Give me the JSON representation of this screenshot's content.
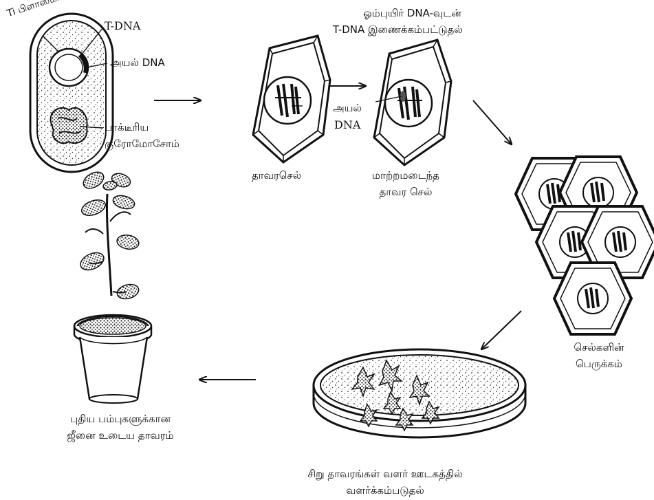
{
  "labels": {
    "ti_plasmid": "Ti பிளாஸ்மிட்",
    "t_dna": "T-DNA",
    "foreign_dna_top": "அயல் DNA",
    "bacterial_chromosome_l1": "பாக்டீரிய",
    "bacterial_chromosome_l2": "குரோமோசோம்",
    "plant_cell": "தாவரசெல்",
    "integration_l1": "ஓம்புயிர் DNA-வுடன்",
    "integration_l2": "T-DNA இணைக்கம்பட்டுதல்",
    "foreign_dna_mid_l1": "அயல்",
    "foreign_dna_mid_l2": "DNA",
    "transformed_cell_l1": "மாற்றமடைந்த",
    "transformed_cell_l2": "தாவர செல்",
    "cell_multiplication_l1": "செல்களின்",
    "cell_multiplication_l2": "பெருக்கம்",
    "culture_l1": "சிறு தாவரங்கள் வளர் ஊடகத்தில்",
    "culture_l2": "வளர்க்கம்படுதல்",
    "new_plant_l1": "புதிய பம்புகளுக்கான",
    "new_plant_l2": "ஜீனை உடைய தாவரம்"
  },
  "colors": {
    "ink": "#111111",
    "cell_fill": "#ffffff",
    "stipple": "#333333"
  }
}
